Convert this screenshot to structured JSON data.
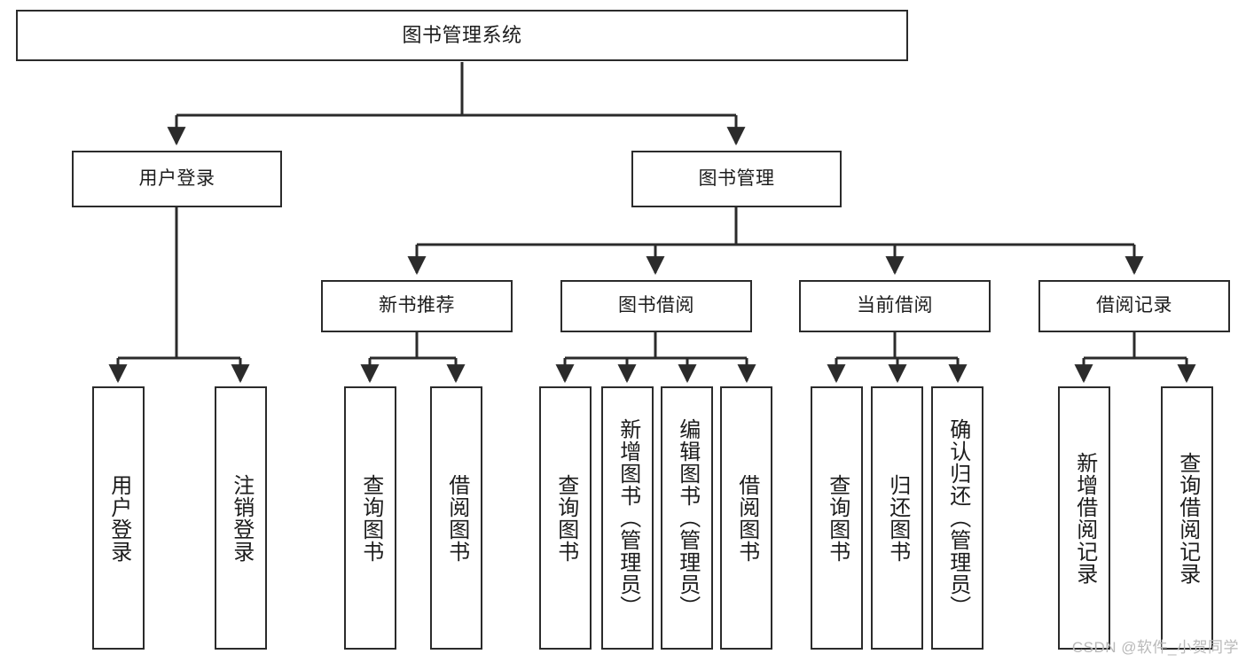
{
  "diagram": {
    "type": "tree",
    "title": "图书管理系统",
    "orientation": "top-down",
    "colors": {
      "box_border": "#2b2b2b",
      "box_fill": "#ffffff",
      "edge": "#2b2b2b",
      "text": "#1c1c1c",
      "watermark": "#b9b9b9",
      "background": "#ffffff"
    }
  },
  "root": {
    "label": "图书管理系统"
  },
  "level1": [
    {
      "label": "用户登录"
    },
    {
      "label": "图书管理"
    }
  ],
  "level2": [
    {
      "label": "新书推荐"
    },
    {
      "label": "图书借阅"
    },
    {
      "label": "当前借阅"
    },
    {
      "label": "借阅记录"
    }
  ],
  "leaves": {
    "user_login": [
      {
        "label": "用户登录"
      },
      {
        "label": "注销登录"
      }
    ],
    "new_book_recommend": [
      {
        "label": "查询图书"
      },
      {
        "label": "借阅图书"
      }
    ],
    "book_borrow": [
      {
        "label": "查询图书"
      },
      {
        "label": "新增图书（管理员）"
      },
      {
        "label": "编辑图书（管理员）"
      },
      {
        "label": "借阅图书"
      }
    ],
    "current_borrow": [
      {
        "label": "查询图书"
      },
      {
        "label": "归还图书"
      },
      {
        "label": "确认归还（管理员）"
      }
    ],
    "borrow_record": [
      {
        "label": "新增借阅记录"
      },
      {
        "label": "查询借阅记录"
      }
    ]
  },
  "watermark": {
    "text": "CSDN @软件_小贺同学"
  }
}
